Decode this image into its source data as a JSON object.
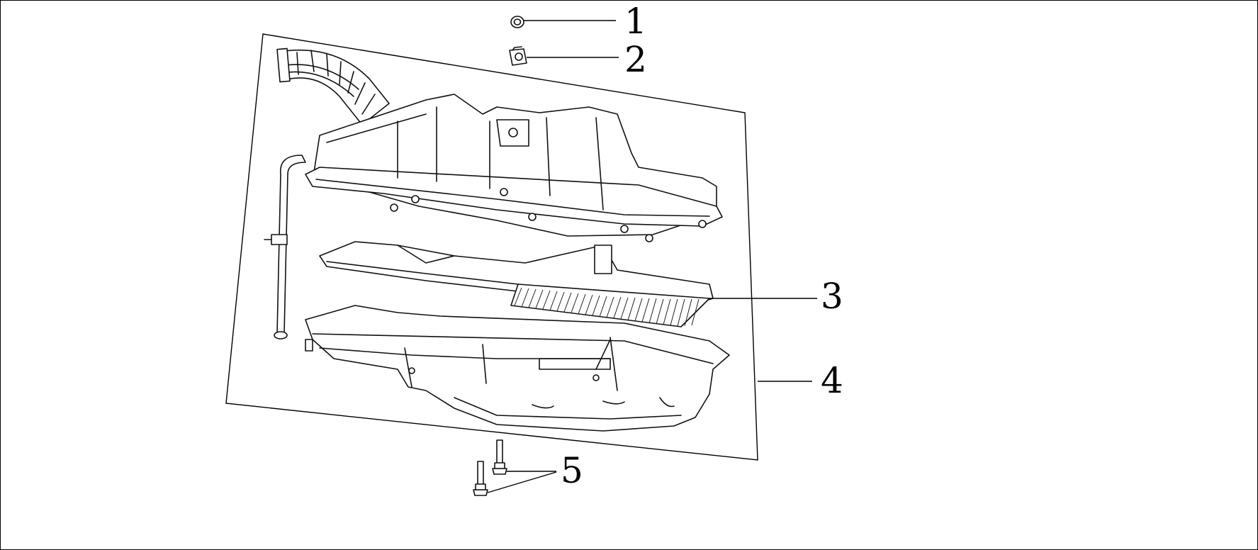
{
  "callouts": [
    {
      "id": "1",
      "label": "1",
      "part": "nut"
    },
    {
      "id": "2",
      "label": "2",
      "part": "clip-nut"
    },
    {
      "id": "3",
      "label": "3",
      "part": "air-filter-element"
    },
    {
      "id": "4",
      "label": "4",
      "part": "air-cleaner-assembly"
    },
    {
      "id": "5",
      "label": "5",
      "part": "flange-bolt"
    }
  ],
  "colors": {
    "line": "#111111",
    "background": "#ffffff",
    "frame": "#000000"
  }
}
